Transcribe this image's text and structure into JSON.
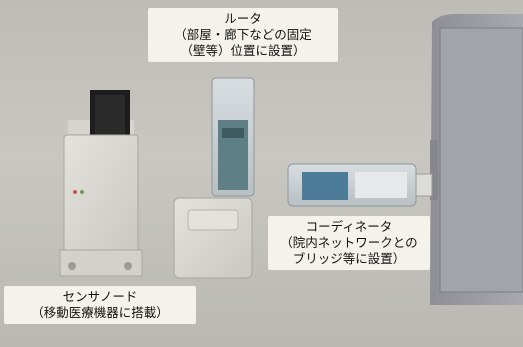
{
  "labels": {
    "router": {
      "line1": "ルータ",
      "line2": "（部屋・廊下などの固定",
      "line3": "（壁等）位置に設置）"
    },
    "coordinator": {
      "line1": "コーディネータ",
      "line2": "（院内ネットワークとの",
      "line3": "ブリッジ等に設置）"
    },
    "sensor_node": {
      "line1": "センサノード",
      "line2": "（移動医療機器に搭載）"
    }
  },
  "colors": {
    "background": "#c4c3bd",
    "label_background": "#f4f2ea",
    "device_body": "#d9d8d2",
    "laptop": "#9a9ca1"
  }
}
